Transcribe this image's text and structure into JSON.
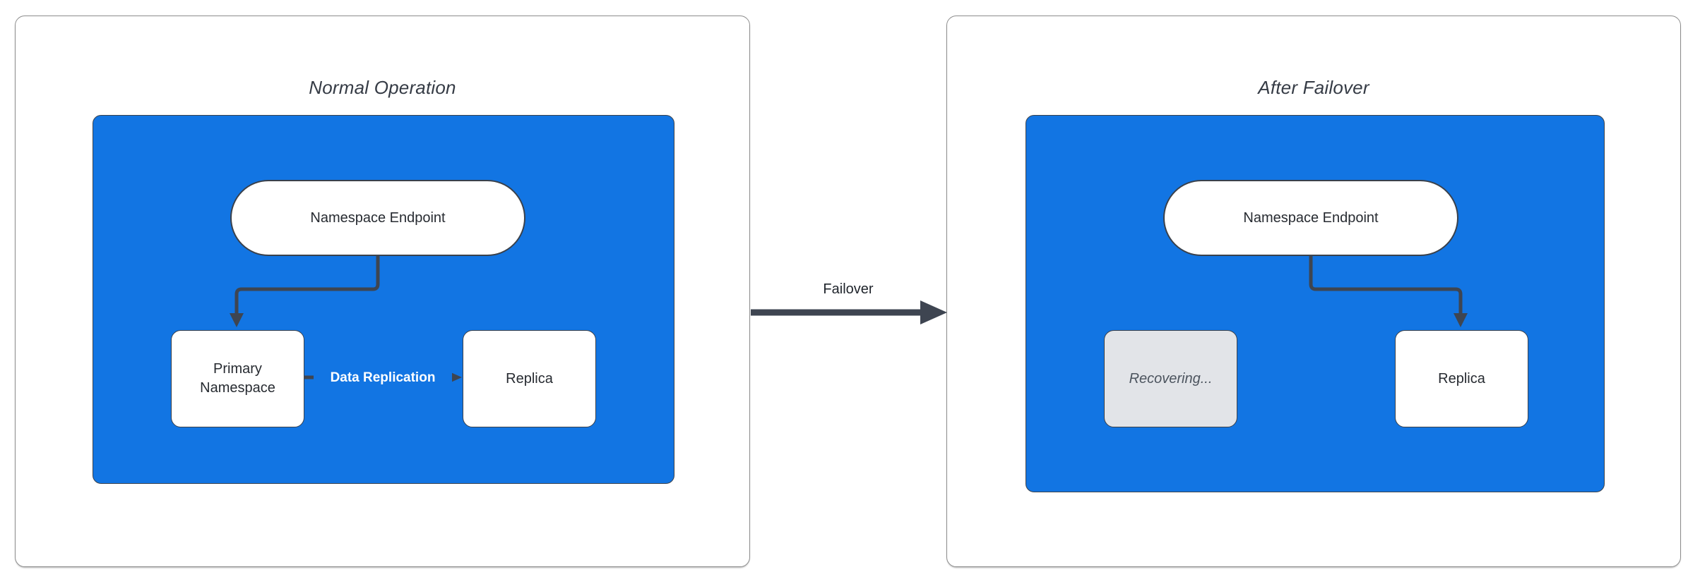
{
  "colors": {
    "container_blue": "#1275E3",
    "connector_dark": "#3E4551",
    "node_border": "#3A414B",
    "recovering_fill": "#E2E4E8",
    "recovering_text": "#4C545E",
    "panel_border": "#8C8C8C",
    "title_text": "#353B45",
    "replication_label_text": "#FFFFFF"
  },
  "panels": {
    "normal": {
      "title": "Normal Operation",
      "endpoint_label": "Namespace Endpoint",
      "primary_label": "Primary Namespace",
      "replica_label": "Replica",
      "replication_label": "Data Replication"
    },
    "failover": {
      "title": "After Failover",
      "endpoint_label": "Namespace Endpoint",
      "recovering_label": "Recovering...",
      "replica_label": "Replica"
    }
  },
  "transition": {
    "label": "Failover"
  }
}
